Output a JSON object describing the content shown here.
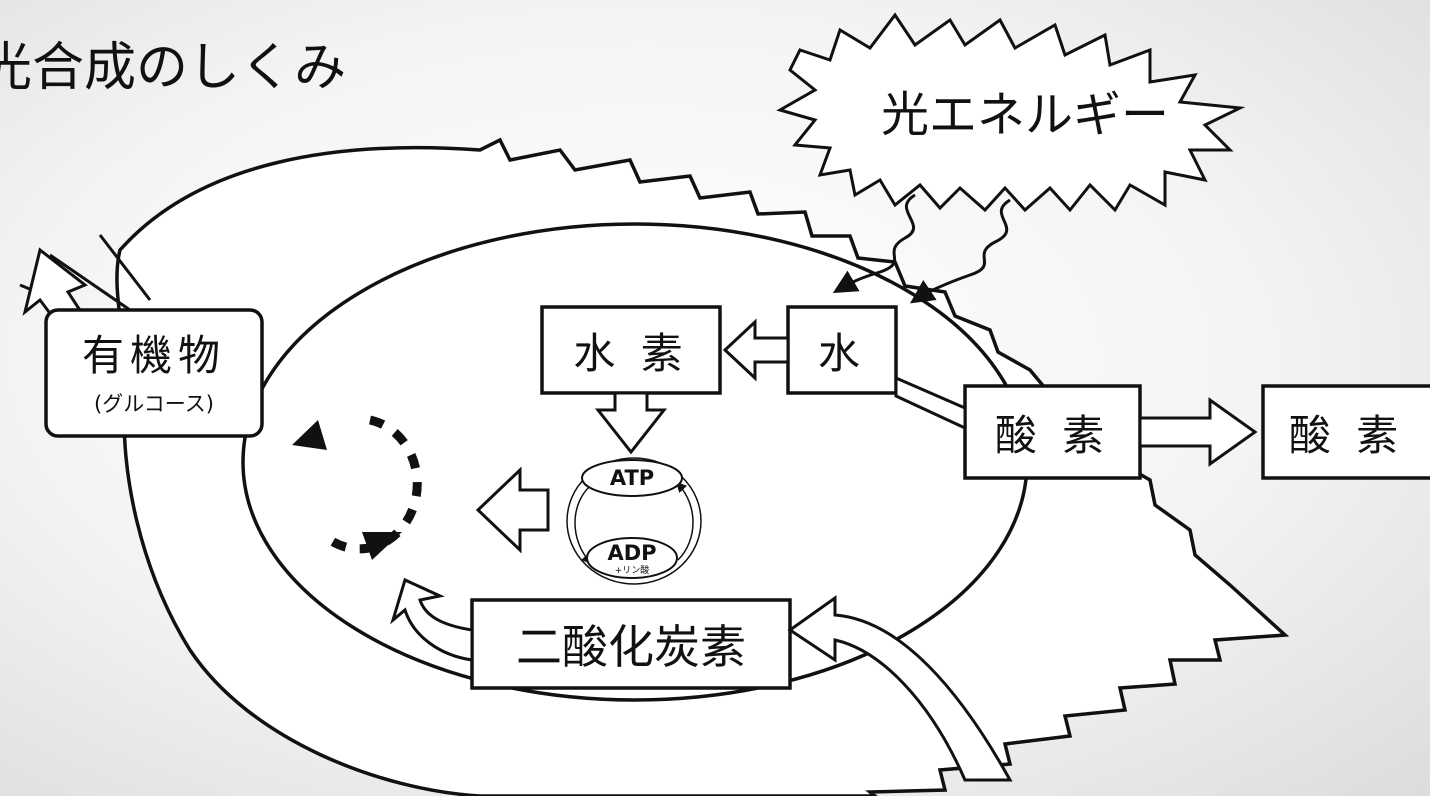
{
  "title": "光合成のしくみ",
  "light_energy": "光エネルギー",
  "organic_matter": {
    "label": "有機物",
    "sub": "(グルコース)"
  },
  "hydrogen": "水 素",
  "water": "水",
  "oxygen_inside": "酸 素",
  "oxygen_outside": "酸 素",
  "co2": "二酸化炭素",
  "atp": "ATP",
  "adp": "ADP",
  "phosphate": "+リン酸",
  "colors": {
    "line": "#111111",
    "fill": "#ffffff"
  }
}
